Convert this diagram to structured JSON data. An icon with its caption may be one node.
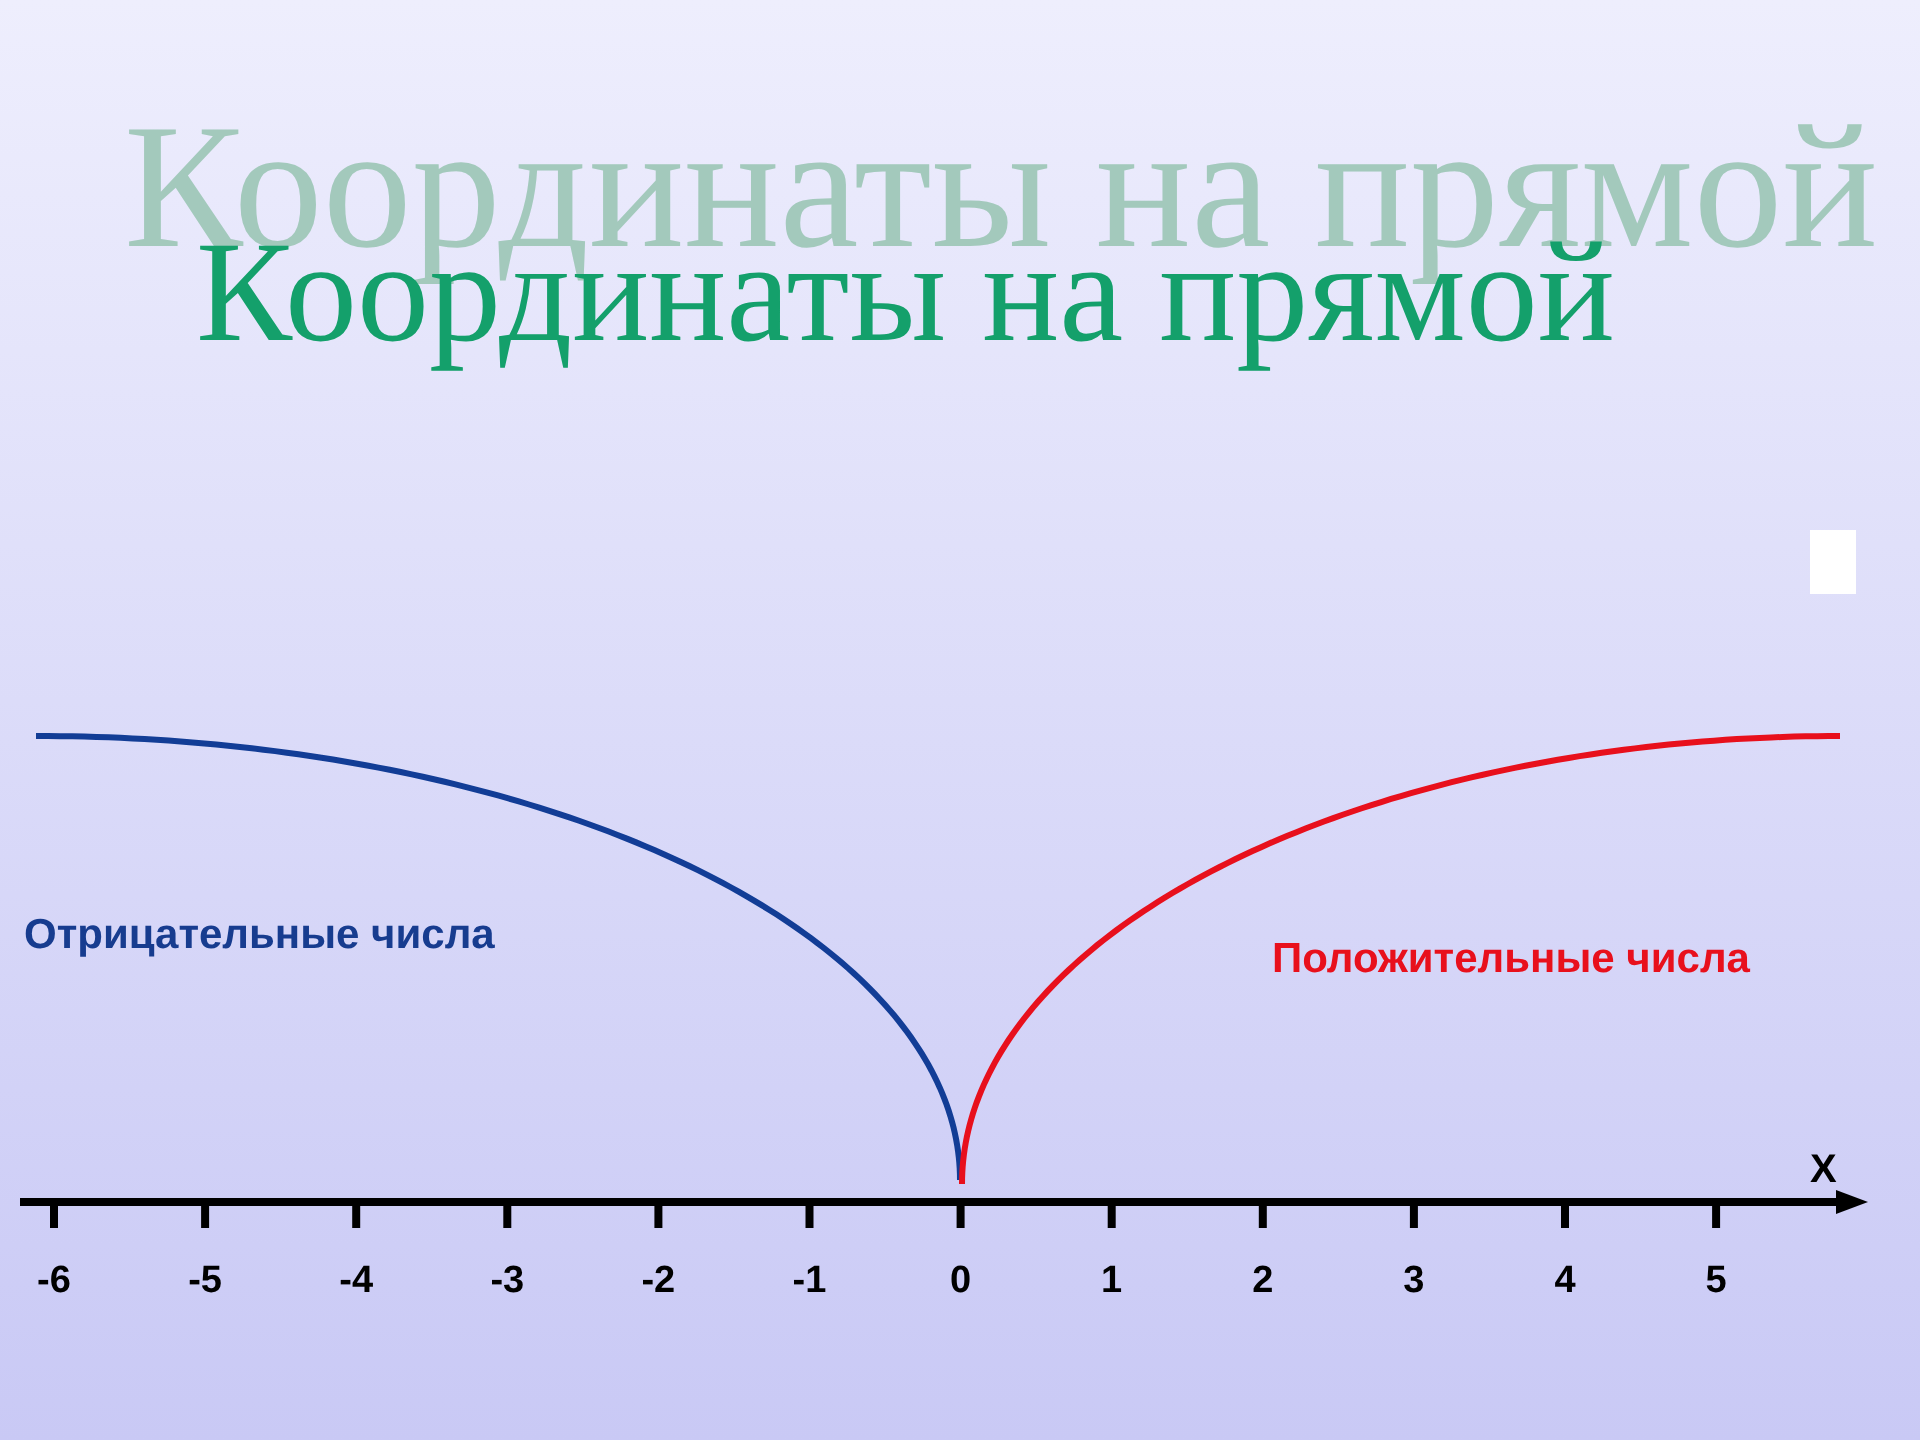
{
  "diagram": {
    "title": "Координаты на прямой",
    "labels": [
      "Координаты на прямой",
      "Отрицательные числа",
      "Положительные числа",
      "X",
      "-6",
      "-5",
      "-4",
      "-3",
      "-2",
      "-1",
      "0",
      "1",
      "2",
      "3",
      "4",
      "5"
    ]
  }
}
